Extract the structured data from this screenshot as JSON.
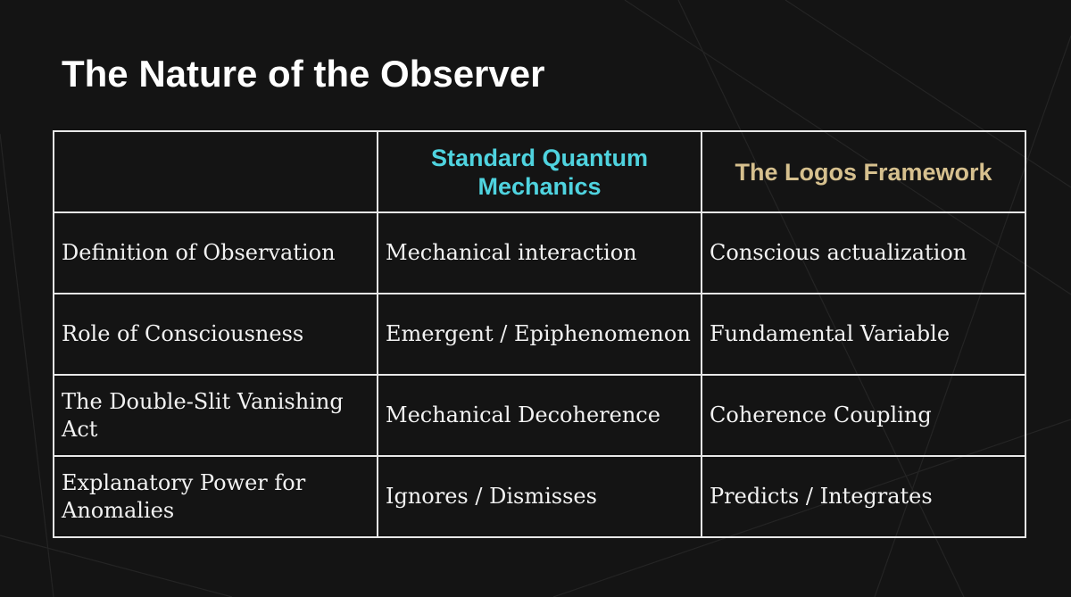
{
  "slide": {
    "title": "The Nature of the Observer"
  },
  "table": {
    "headers": [
      "",
      "Standard Quantum Mechanics",
      "The Logos Framework"
    ],
    "rows": [
      [
        "Definition of Observation",
        "Mechanical interaction",
        "Conscious actualization"
      ],
      [
        "Role of Consciousness",
        "Emergent / Epiphenomenon",
        "Fundamental Variable"
      ],
      [
        "The Double-Slit Vanishing Act",
        "Mechanical Decoherence",
        "Coherence Coupling"
      ],
      [
        "Explanatory Power for Anomalies",
        "Ignores / Dismisses",
        "Predicts / Integrates"
      ]
    ]
  },
  "colors": {
    "background": "#141414",
    "sqm_header": "#4fd3df",
    "logos_header": "#d6c08e",
    "text": "#f2f2f2",
    "grid": "#e8e8e8"
  }
}
